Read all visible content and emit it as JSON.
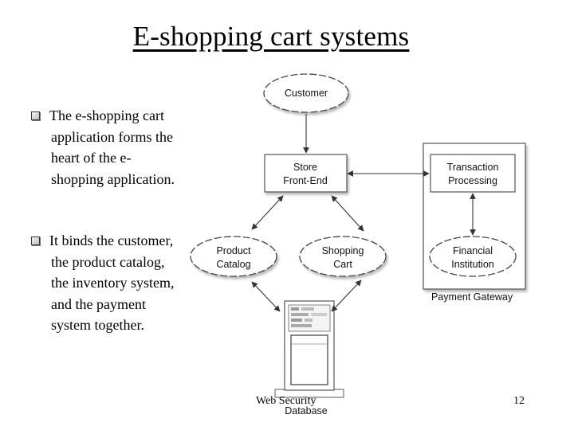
{
  "slide": {
    "title": "E-shopping cart systems",
    "bullets": [
      "The e-shopping cart application forms the heart of the e-shopping application.",
      "It binds the customer, the product catalog, the inventory system, and the payment system together."
    ],
    "footer": "Web Security",
    "page_number": "12"
  },
  "diagram": {
    "nodes": {
      "customer": [
        "Customer"
      ],
      "store_front_end": [
        "Store",
        "Front-End"
      ],
      "transaction_processing": [
        "Transaction",
        "Processing"
      ],
      "product_catalog": [
        "Product",
        "Catalog"
      ],
      "shopping_cart": [
        "Shopping",
        "Cart"
      ],
      "financial_institution": [
        "Financial",
        "Institution"
      ],
      "payment_gateway": "Payment Gateway",
      "database": "Database"
    }
  }
}
